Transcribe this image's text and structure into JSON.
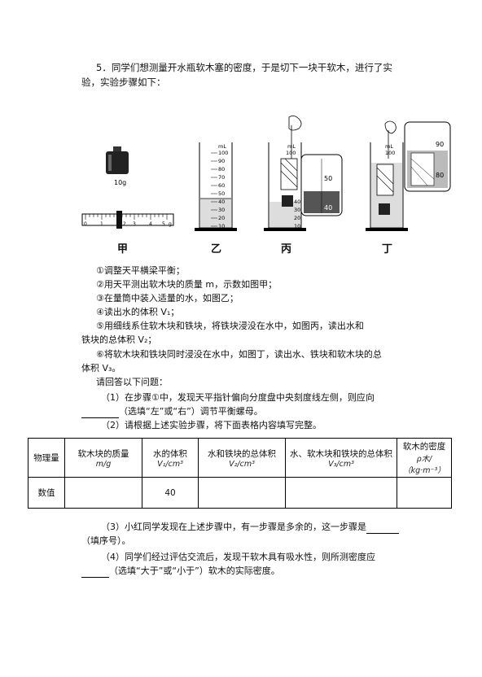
{
  "question": {
    "intro_line1": "5．同学们想测量开水瓶软木塞的密度，于是切下一块干软木，进行了实",
    "intro_line2": "验，实验步骤如下："
  },
  "figures": {
    "weight_label": "10g",
    "scale_ticks": [
      "0",
      "1",
      "2",
      "3",
      "4",
      "5",
      "g"
    ],
    "cylinder_unit": "mL",
    "cylinder_ticks": [
      "100",
      "90",
      "80",
      "70",
      "60",
      "50",
      "40",
      "30",
      "20",
      "10"
    ],
    "zoom_bing_ticks": [
      "50",
      "40"
    ],
    "zoom_ding_ticks": [
      "90",
      "80"
    ],
    "captions": [
      "甲",
      "乙",
      "丙",
      "丁"
    ]
  },
  "steps": [
    "①调整天平横梁平衡；",
    "②用天平测出软木块的质量 m，示数如图甲；",
    "③在量筒中装入适量的水，如图乙；",
    "④读出水的体积 V₁；",
    "⑤用细线系住软木块和铁块，将铁块浸没在水中，如图丙，读出水和",
    "铁块的总体积 V₂；",
    "⑥将软木块和铁块同时浸没在水中，如图丁，读出水、铁块和软木块的总",
    "体积 V₃。"
  ],
  "prompt": "请回答以下问题：",
  "q1": {
    "line1": "（1）在步骤①中，发现天平指针偏向分度盘中央刻度线左侧，则应向",
    "line2": "（选填“左”或“右”）调节平衡螺母。"
  },
  "q2": "（2）请根据上述实验步骤，将下面表格内容填写完整。",
  "table": {
    "row_header": "物理量",
    "columns": [
      {
        "name": "软木块的质量",
        "unit": "m/g"
      },
      {
        "name": "水的体积",
        "unit": "V₁/cm³"
      },
      {
        "name": "水和铁块的总体积",
        "unit": "V₂/cm³"
      },
      {
        "name": "水、软木块和铁块的总体积",
        "unit": "V₃/cm³"
      },
      {
        "name": "软木的密度",
        "unit": "ρ木/（kg·m⁻³）"
      }
    ],
    "data_label": "数值",
    "values": [
      "",
      "40",
      "",
      "",
      ""
    ]
  },
  "q3": {
    "line1": "（3）小红同学发现在上述步骤中，有一步骤是多余的，这一步骤是",
    "line2": "（填序号）。"
  },
  "q4": {
    "line1": "（4）同学们经过评估交流后，发现干软木具有吸水性，则所测密度应",
    "line2": "（选填“大于”或“小于”）软木的实际密度。"
  }
}
